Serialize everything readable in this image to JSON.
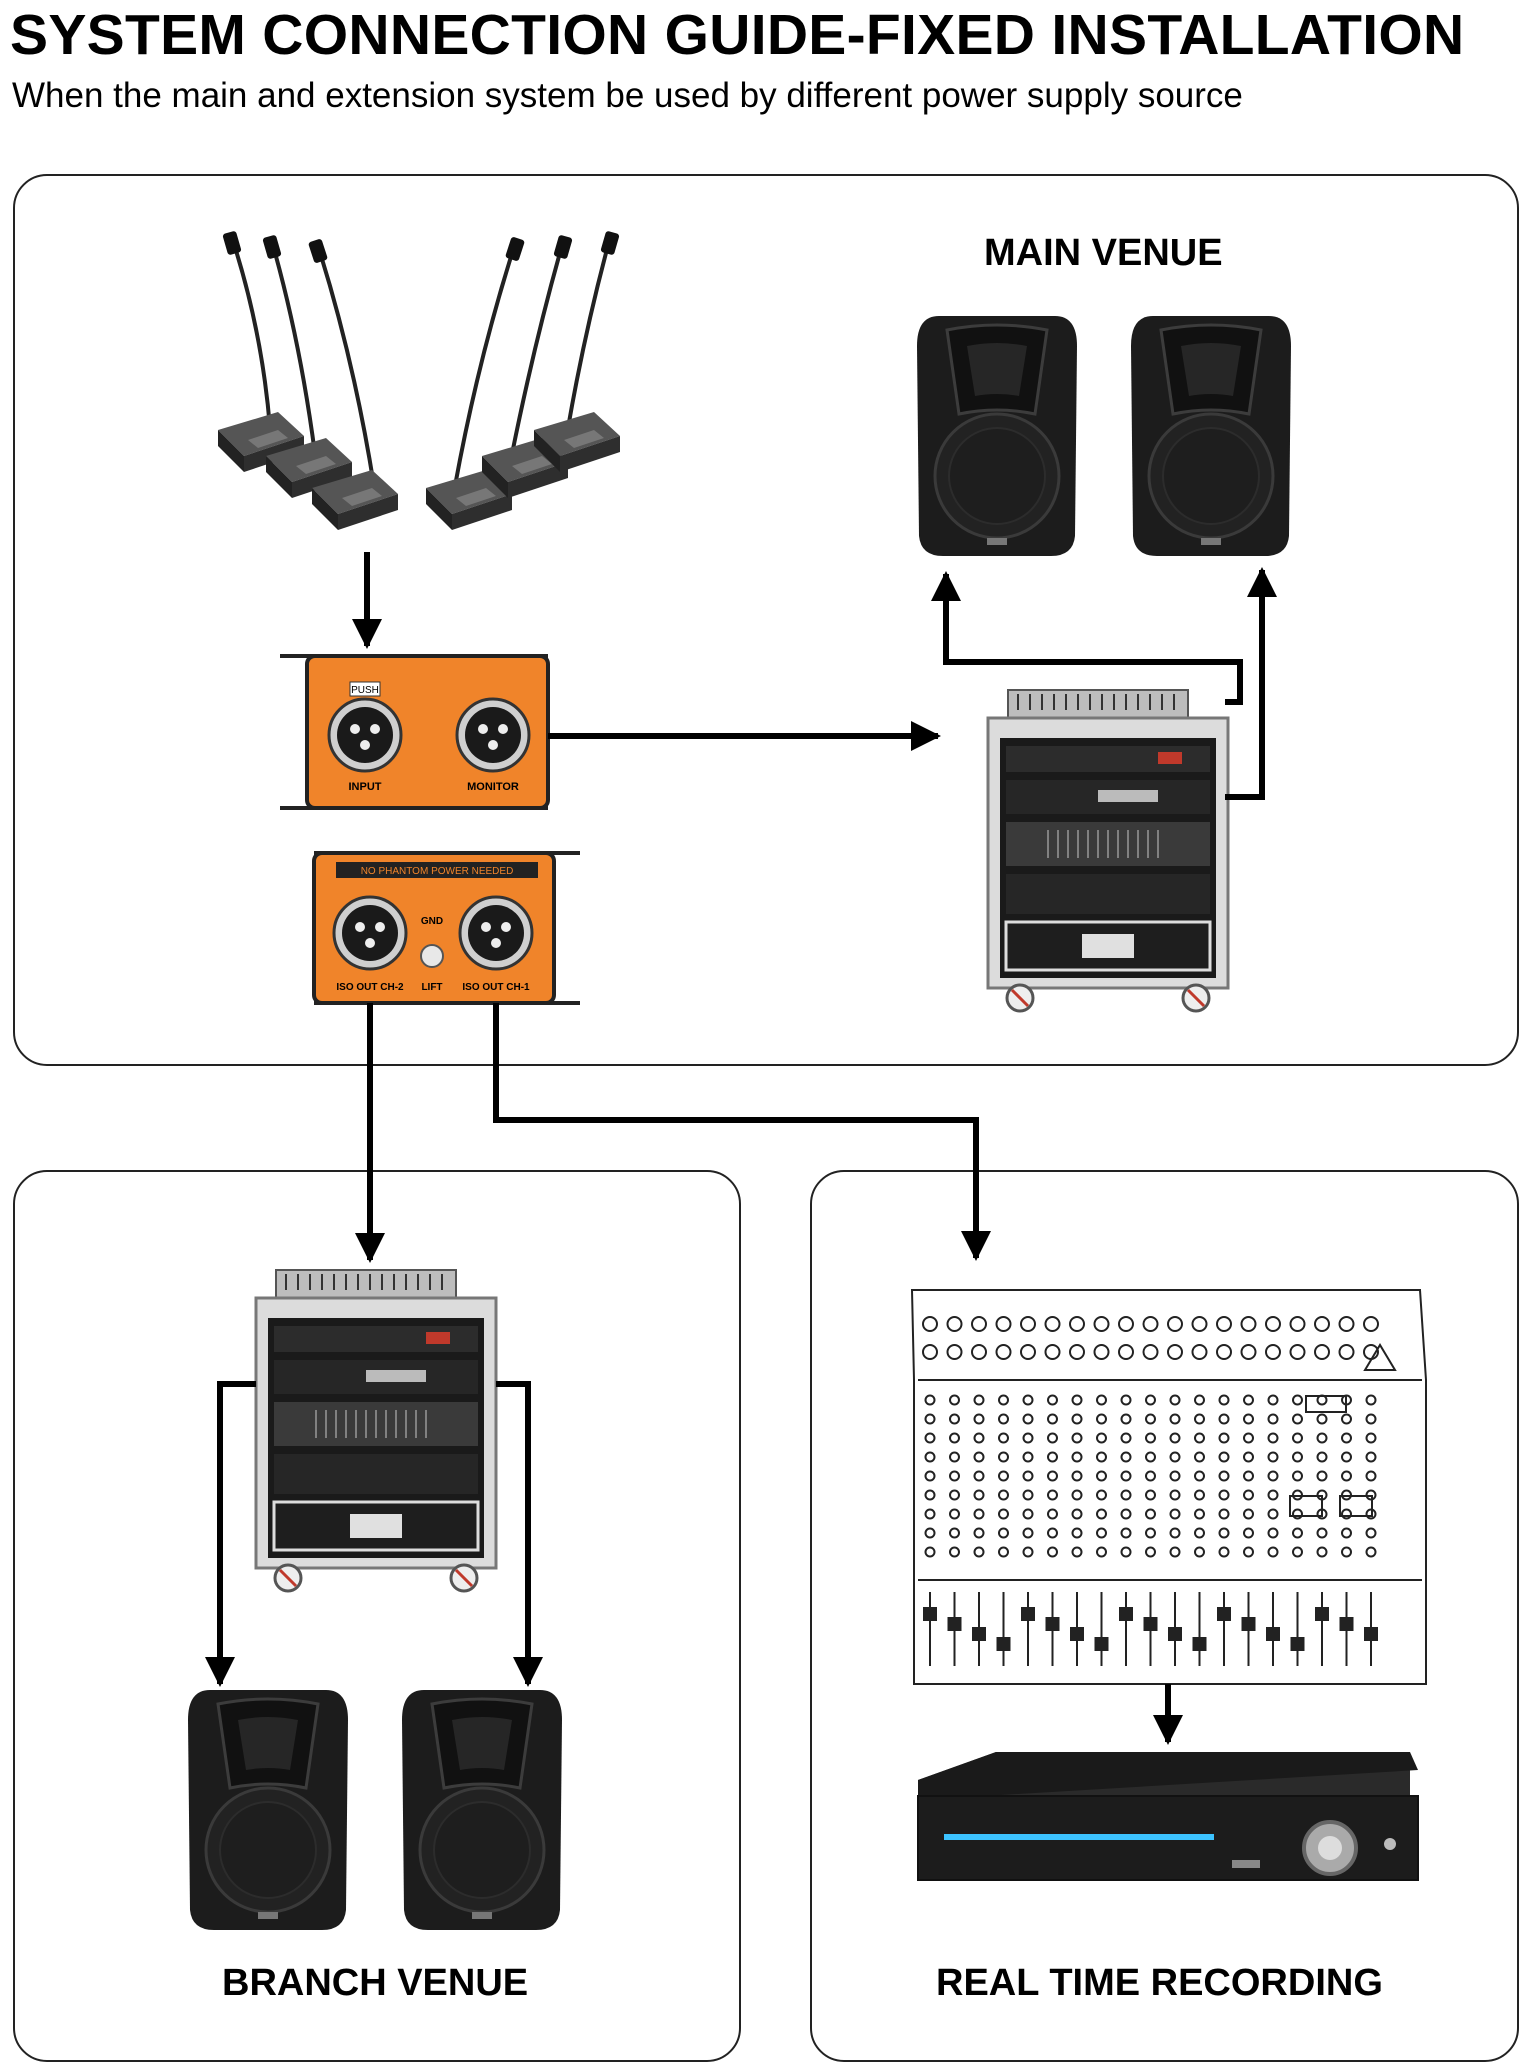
{
  "header": {
    "title": "SYSTEM CONNECTION GUIDE-FIXED INSTALLATION",
    "subtitle": "When the main and extension system be used by different power supply source"
  },
  "venues": {
    "main": "MAIN VENUE",
    "branch": "BRANCH VENUE",
    "recording": "REAL TIME RECORDING"
  },
  "splitter_top": {
    "push_label": "PUSH",
    "input_label": "INPUT",
    "monitor_label": "MONITOR"
  },
  "splitter_bottom": {
    "banner": "NO PHANTOM POWER NEEDED",
    "gnd_label": "GND",
    "lift_label": "LIFT",
    "out2_label": "ISO OUT CH-2",
    "out1_label": "ISO OUT CH-1"
  },
  "colors": {
    "splitter_orange": "#f0842a",
    "speaker_black": "#1c1c1c",
    "line_black": "#000000"
  },
  "icons": {
    "microphones": "gooseneck-microphone-icon",
    "speaker": "pa-speaker-icon",
    "rack": "equipment-rack-icon",
    "mixer": "mixing-console-icon",
    "recorder": "dvd-recorder-icon"
  }
}
